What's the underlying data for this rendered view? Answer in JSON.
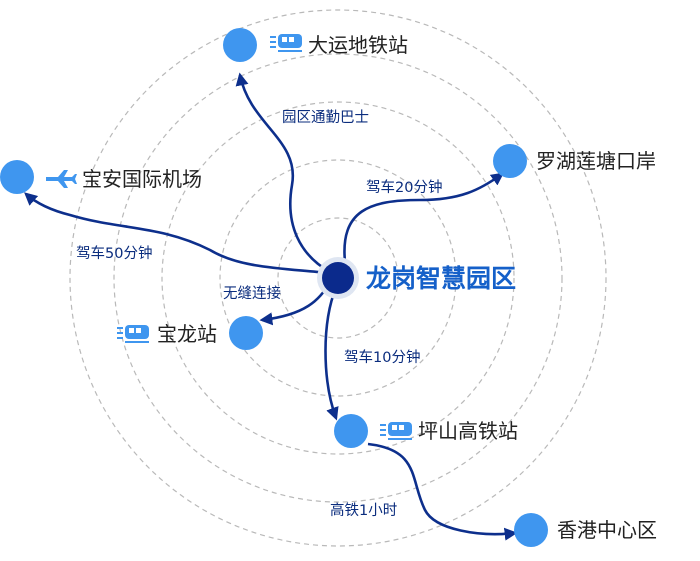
{
  "center": {
    "label": "龙岗智慧园区"
  },
  "nodes": {
    "dayun": {
      "label": "大运地铁站",
      "icon": "train-icon"
    },
    "luohu": {
      "label": "罗湖莲塘口岸"
    },
    "baoan": {
      "label": "宝安国际机场",
      "icon": "airplane-icon"
    },
    "baolong": {
      "label": "宝龙站",
      "icon": "train-icon"
    },
    "pingshan": {
      "label": "坪山高铁站",
      "icon": "train-icon"
    },
    "hongkong": {
      "label": "香港中心区"
    }
  },
  "routes": {
    "dayun": "园区通勤巴士",
    "luohu": "驾车20分钟",
    "baoan": "驾车50分钟",
    "baolong": "无缝连接",
    "pingshan": "驾车10分钟",
    "hongkong": "高铁1小时"
  },
  "colors": {
    "accent": "#1560c9",
    "node": "#3f96ef",
    "center": "#0b2a8c",
    "route": "#0d2f8c",
    "ring": "#b9b9b9"
  }
}
